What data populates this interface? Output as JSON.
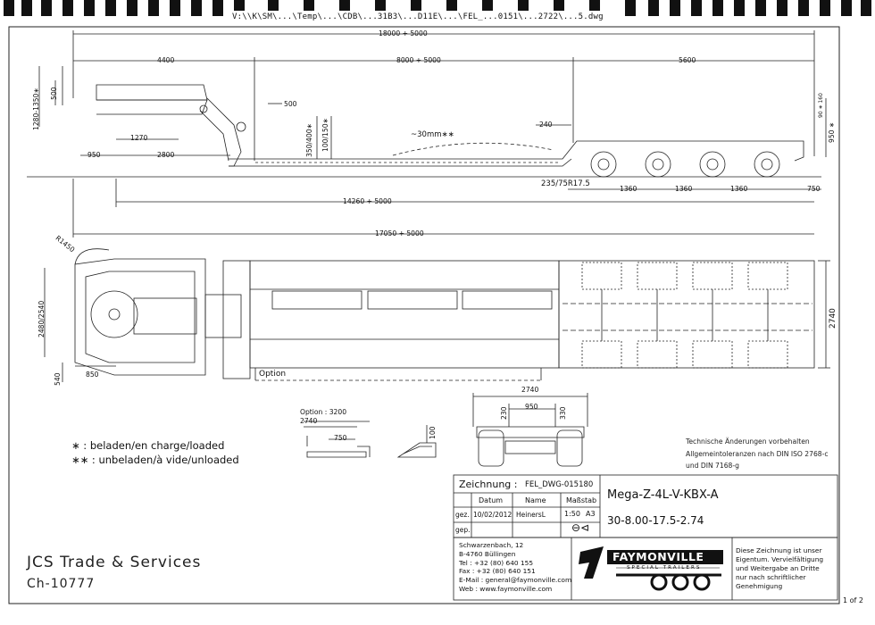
{
  "header": {
    "file_path": "V:\\\\K\\SM\\...\\Temp\\...\\CDB\\...31B3\\...D11E\\...\\FEL_...0151\\...2722\\...5.dwg"
  },
  "drawing": {
    "side_view_dims": {
      "overall_length": "18000 + 5000",
      "front_section": "4400",
      "middle_section": "8000 + 5000",
      "rear_section": "5600",
      "coupling_height": "1280-1350∗",
      "neck_height": "500",
      "step": "500",
      "deck_height": "350/400∗",
      "deck_height_unladen": "100/150∗",
      "rear_step": "240",
      "rear_height": "950 ∗",
      "rear_height_small": "90 ∗ 160",
      "kingpin": "1270",
      "front_overhang": "950",
      "gooseneck_length": "2800",
      "camber": "~30mm∗∗",
      "tyre": "235/75R17.5",
      "axle_spacing_1": "1360",
      "axle_spacing_2": "1360",
      "axle_spacing_3": "1360",
      "rear_overhang": "750",
      "loading_length": "14260 + 5000",
      "total_length": "17050 + 5000"
    },
    "plan_view_dims": {
      "radius": "R1450",
      "width_neck": "2480/2540",
      "kingpin_setback": "540",
      "neck_width": "850",
      "option_label": "Option",
      "overall_width": "2740"
    },
    "detail_dims": {
      "option_width_label": "Option : 3200",
      "width_2740": "2740",
      "ext_750": "750",
      "ramp_100": "100",
      "rear_width": "2740",
      "rear_950": "950",
      "rear_230": "230",
      "rear_330": "330"
    }
  },
  "legend": {
    "laden": "∗ : beladen/en charge/loaded",
    "unladen": "∗∗ : unbeladen/à vide/unloaded"
  },
  "company": {
    "name": "JCS Trade & Services",
    "ref": "Ch-10777"
  },
  "tech_note": {
    "line1": "Technische Änderungen vorbehalten",
    "line2": "Allgemeintoleranzen nach DIN ISO 2768-c",
    "line3": "und DIN 7168-g"
  },
  "title_block": {
    "zeichnung_label": "Zeichnung :",
    "zeichnung_value": "FEL_DWG-015180",
    "datum_label": "Datum",
    "name_label": "Name",
    "massstab_label": "Maßstab",
    "gez_label": "gez.",
    "gez_date": "10/02/2012",
    "gez_name": "HeinersL",
    "scale": "1:50",
    "format": "A3",
    "gep_label": "gep.",
    "model": "Mega-Z-4L-V-KBX-A",
    "spec": "30-8.00-17.5-2.74",
    "address": [
      "Schwarzenbach, 12",
      "B-4760 Büllingen",
      "Tel : +32 (80) 640 155",
      "Fax : +32 (80) 640 151",
      "E-Mail : general@faymonville.com",
      "Web : www.faymonville.com"
    ],
    "brand": "FAYMONVILLE",
    "brand_sub": "SPECIAL TRAILERS",
    "copyright": [
      "Diese Zeichnung ist unser",
      "Eigentum. Vervielfältigung",
      "und Weitergabe an Dritte",
      "nur nach schriftlicher",
      "Genehmigung"
    ]
  },
  "page_number": "1 of 2"
}
